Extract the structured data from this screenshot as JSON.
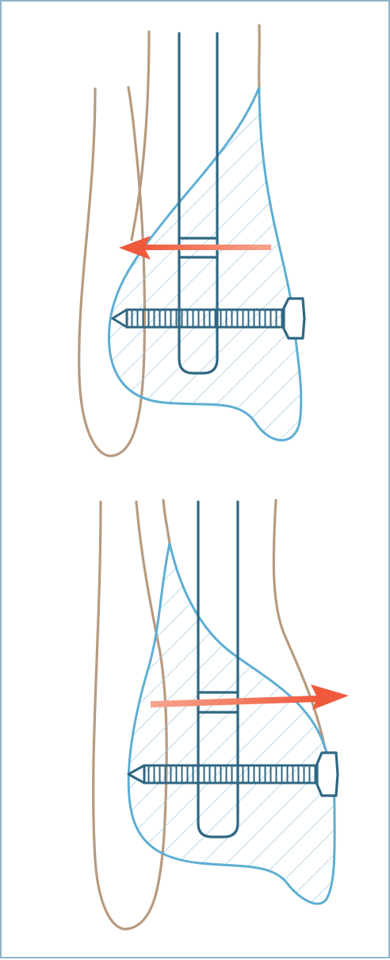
{
  "figure": {
    "panels": [
      {
        "id": "top",
        "arrow_direction": "left"
      },
      {
        "id": "bottom",
        "arrow_direction": "right"
      }
    ],
    "colors": {
      "bone_outline": "#b79a7f",
      "fragment_outline": "#5eaed3",
      "hatch": "#9cc9e2",
      "rod_and_screw": "#2f6783",
      "arrow": "#ef5a3c",
      "frame": "#8fb6cc"
    }
  }
}
